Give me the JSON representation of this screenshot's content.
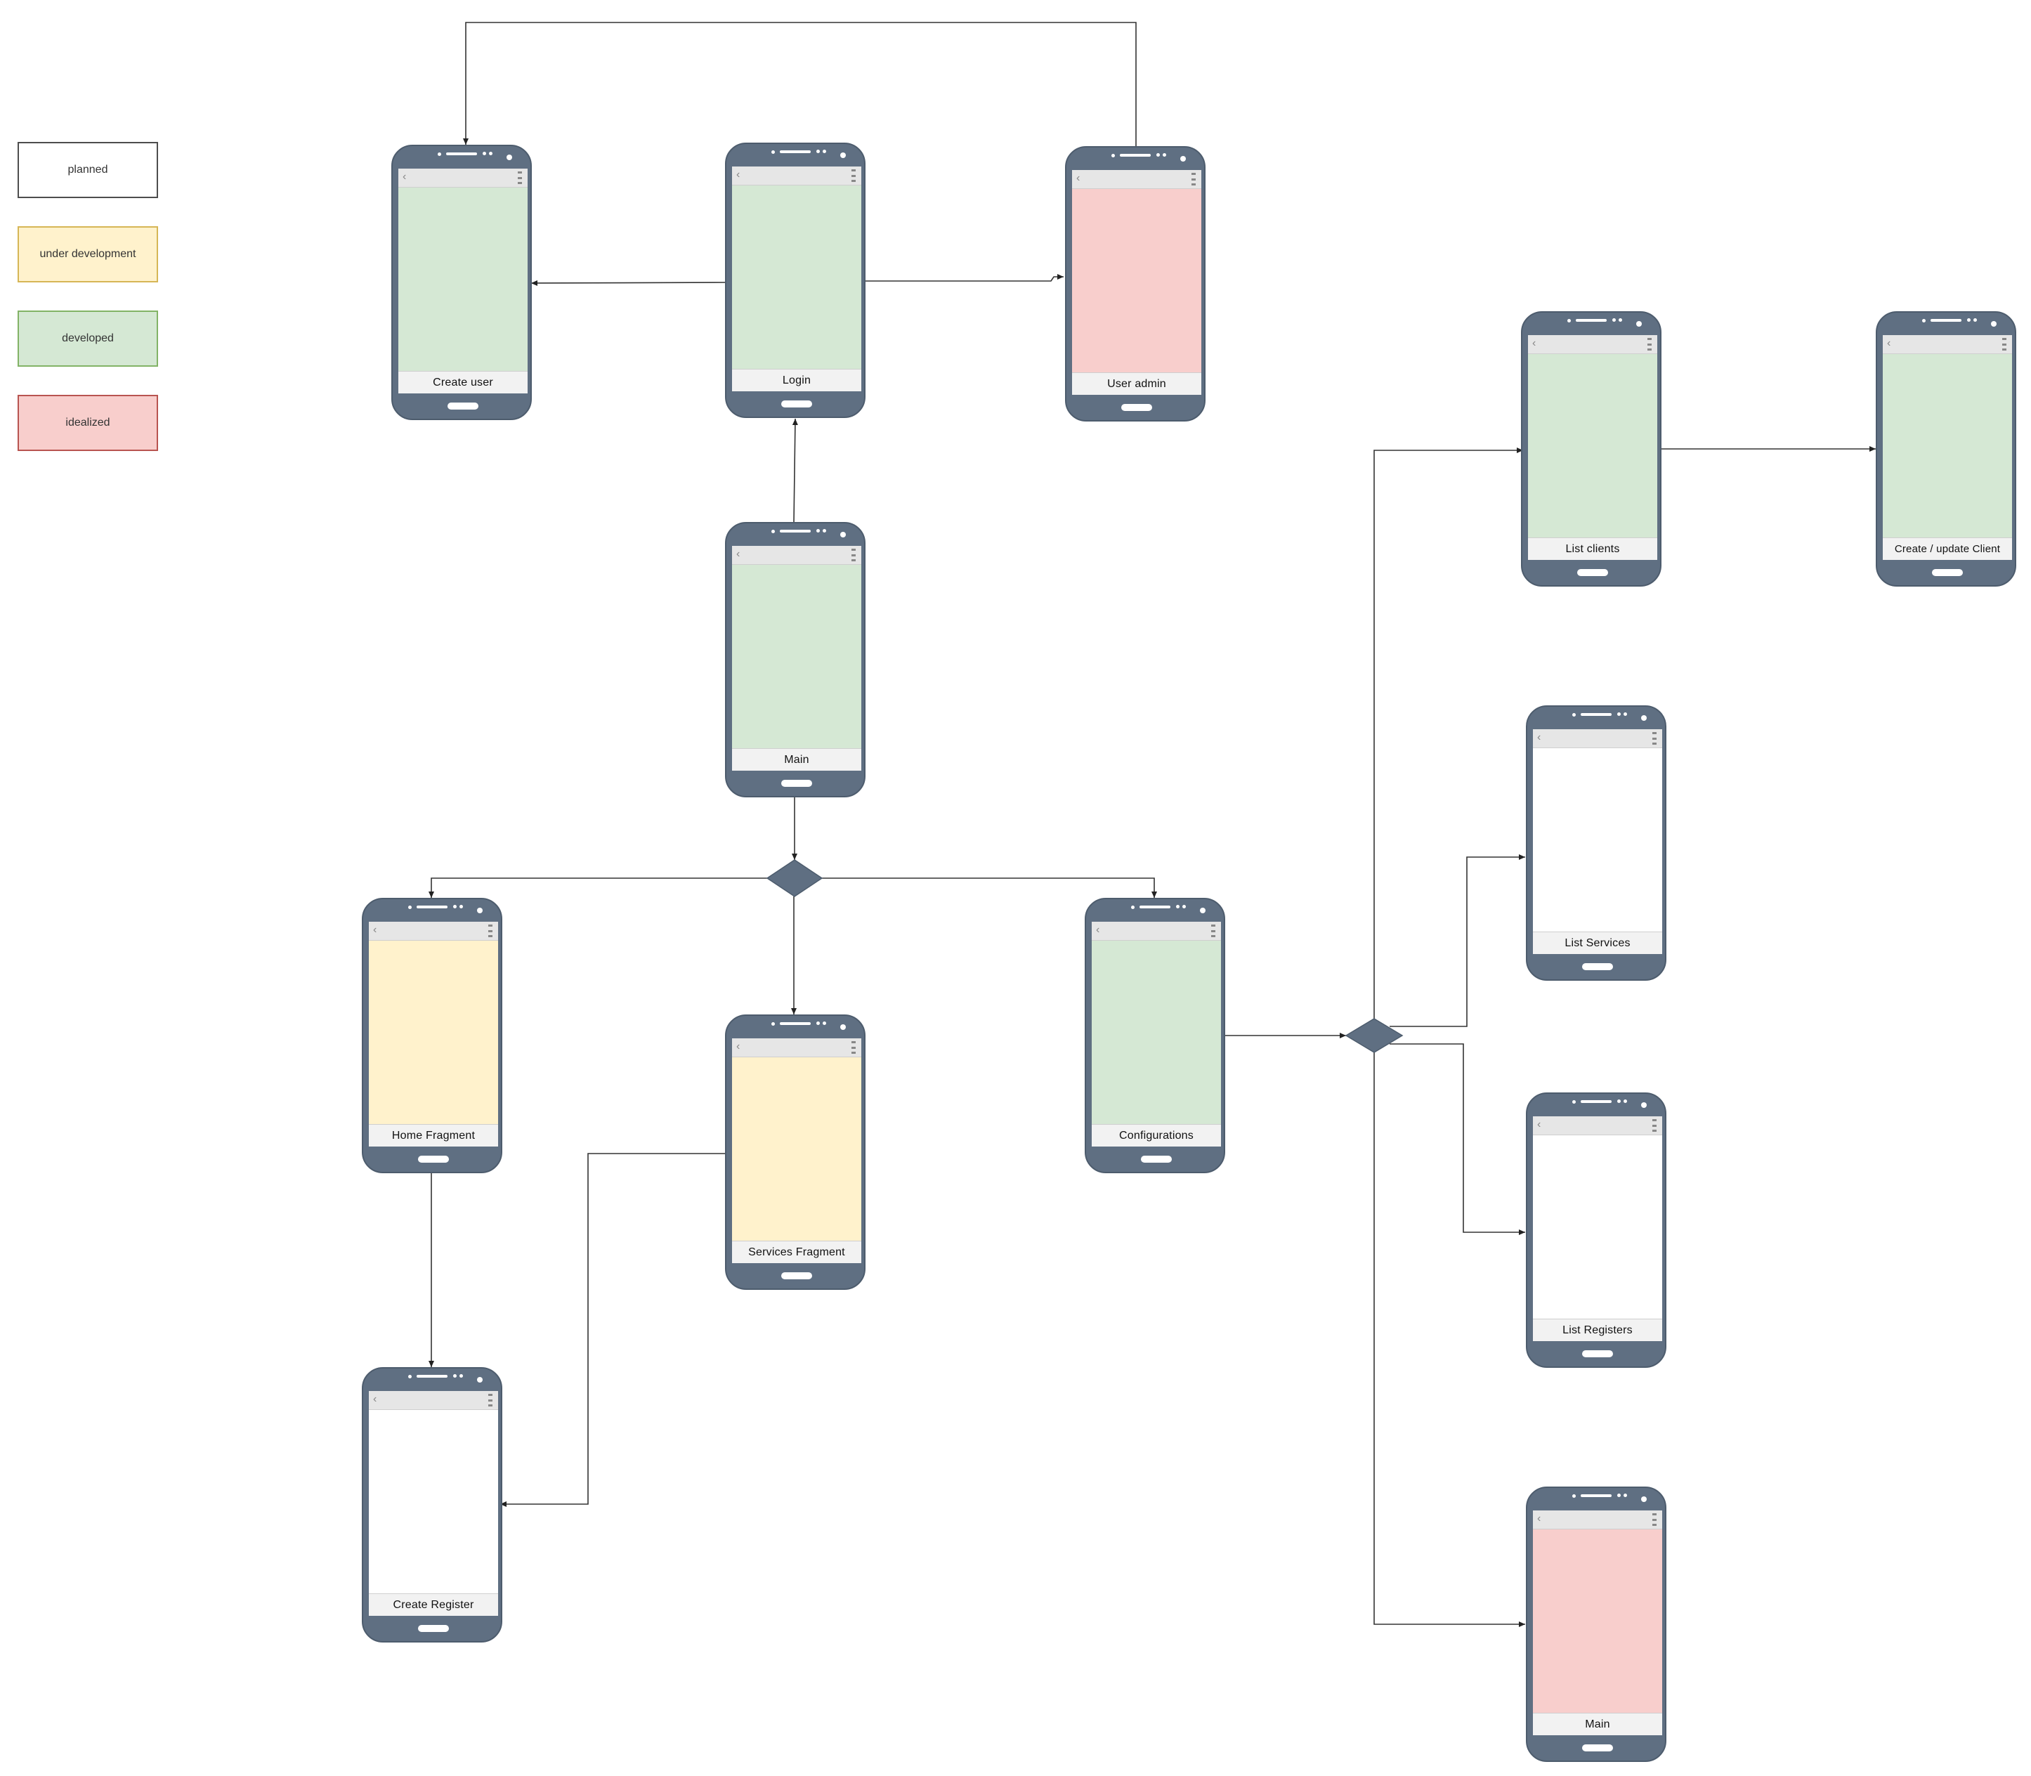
{
  "legend": [
    {
      "label": "planned",
      "fill": "#ffffff",
      "border": "#4d4d4d"
    },
    {
      "label": "under development",
      "fill": "#fff2cc",
      "border": "#d6b656"
    },
    {
      "label": "developed",
      "fill": "#d5e8d4",
      "border": "#82b366"
    },
    {
      "label": "idealized",
      "fill": "#f8cecc",
      "border": "#b85450"
    }
  ],
  "colors": {
    "phone_body": "#5f6f82",
    "planned": "#ffffff",
    "under_development": "#fff2cc",
    "developed": "#d5e8d4",
    "idealized": "#f8cecc",
    "connector": "#333333"
  },
  "screens": [
    {
      "id": "create_user",
      "label": "Create user",
      "status": "developed"
    },
    {
      "id": "login",
      "label": "Login",
      "status": "developed"
    },
    {
      "id": "user_admin",
      "label": "User admin",
      "status": "idealized"
    },
    {
      "id": "main",
      "label": "Main",
      "status": "developed"
    },
    {
      "id": "home_fragment",
      "label": "Home Fragment",
      "status": "under_development"
    },
    {
      "id": "services_fragment",
      "label": "Services Fragment",
      "status": "under_development"
    },
    {
      "id": "configurations",
      "label": "Configurations",
      "status": "developed"
    },
    {
      "id": "create_register",
      "label": "Create Register",
      "status": "planned"
    },
    {
      "id": "list_clients",
      "label": "List clients",
      "status": "developed"
    },
    {
      "id": "create_update_client",
      "label": "Create / update Client",
      "status": "developed"
    },
    {
      "id": "list_services",
      "label": "List Services",
      "status": "planned"
    },
    {
      "id": "list_registers",
      "label": "List Registers",
      "status": "planned"
    },
    {
      "id": "main_config",
      "label": "Main",
      "status": "idealized"
    }
  ],
  "decisions": [
    {
      "id": "main_branch"
    },
    {
      "id": "config_branch"
    }
  ],
  "edges": [
    {
      "from": "main",
      "to": "login"
    },
    {
      "from": "login",
      "to": "create_user"
    },
    {
      "from": "login",
      "to": "user_admin"
    },
    {
      "from": "user_admin",
      "to": "create_user"
    },
    {
      "from": "main",
      "to": "main_branch"
    },
    {
      "from": "main_branch",
      "to": "home_fragment"
    },
    {
      "from": "main_branch",
      "to": "services_fragment"
    },
    {
      "from": "main_branch",
      "to": "configurations"
    },
    {
      "from": "home_fragment",
      "to": "create_register"
    },
    {
      "from": "services_fragment",
      "to": "create_register"
    },
    {
      "from": "configurations",
      "to": "config_branch"
    },
    {
      "from": "config_branch",
      "to": "list_clients"
    },
    {
      "from": "config_branch",
      "to": "list_services"
    },
    {
      "from": "config_branch",
      "to": "list_registers"
    },
    {
      "from": "config_branch",
      "to": "main_config"
    },
    {
      "from": "list_clients",
      "to": "create_update_client"
    }
  ]
}
